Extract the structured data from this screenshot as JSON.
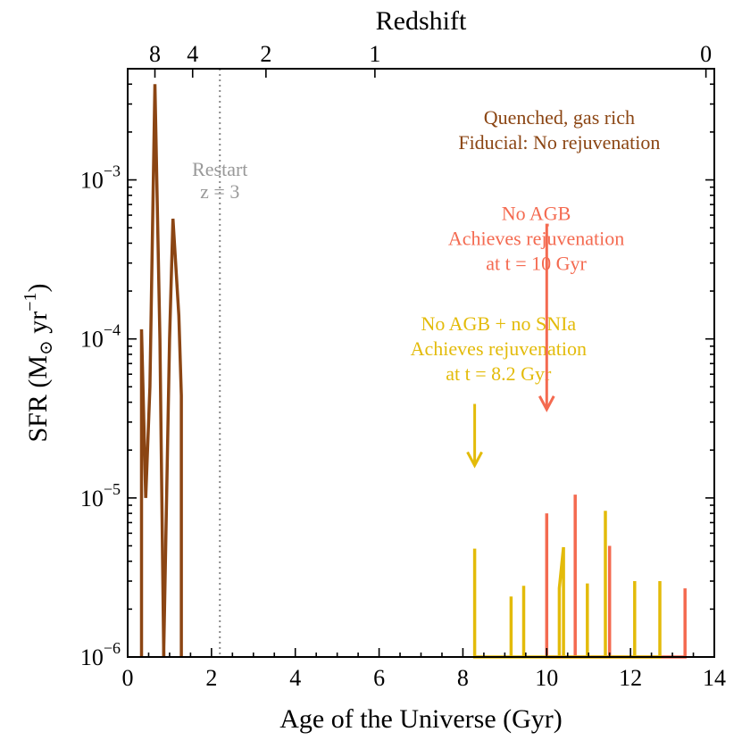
{
  "chart_data": {
    "type": "line",
    "title": "",
    "xlabel": "Age of the Universe (Gyr)",
    "ylabel": "SFR (M⊙ yr⁻¹)",
    "ylabel_parts": {
      "main": "SFR (M",
      "sub": "⊙",
      "mid": " yr",
      "sup": "−1",
      "end": ")"
    },
    "top_axis_label": "Redshift",
    "xlim": [
      0,
      14
    ],
    "ylim": [
      1e-06,
      0.005
    ],
    "yscale": "log",
    "x_ticks": [
      0,
      2,
      4,
      6,
      8,
      10,
      12,
      14
    ],
    "y_ticks": [
      {
        "value": 1e-06,
        "base": "10",
        "exp": "−6"
      },
      {
        "value": 1e-05,
        "base": "10",
        "exp": "−5"
      },
      {
        "value": 0.0001,
        "base": "10",
        "exp": "−4"
      },
      {
        "value": 0.001,
        "base": "10",
        "exp": "−3"
      }
    ],
    "top_ticks": [
      {
        "label": "8",
        "age": 0.65
      },
      {
        "label": "4",
        "age": 1.55
      },
      {
        "label": "2",
        "age": 3.3
      },
      {
        "label": "1",
        "age": 5.9
      },
      {
        "label": "0",
        "age": 13.8
      }
    ],
    "restart_line": {
      "x": 2.2,
      "label_lines": [
        "Restart",
        "z = 3"
      ]
    },
    "series": [
      {
        "name": "Quenched, gas rich",
        "color": "#8B4513",
        "x": [
          0.33,
          0.33,
          0.43,
          0.53,
          0.65,
          0.77,
          0.86,
          0.86
        ],
        "y": [
          1e-06,
          0.000115,
          1e-05,
          5e-05,
          0.004,
          0.0001,
          1e-06,
          1e-06
        ]
      },
      {
        "name": "",
        "color": "#8B4513",
        "x": [
          0.86,
          0.86,
          1.0,
          1.08,
          1.22,
          1.28,
          1.28
        ],
        "y": [
          1e-06,
          1.1e-06,
          0.0001,
          0.00057,
          0.00014,
          4.4e-05,
          1e-06
        ]
      },
      {
        "name": "No AGB",
        "color": "#F46A50",
        "x": [
          10.0,
          10.0,
          10.0,
          10.68,
          10.68,
          10.68,
          11.5,
          11.5,
          11.5,
          13.3,
          13.3
        ],
        "y": [
          1e-06,
          8e-06,
          1e-06,
          1e-06,
          1.05e-05,
          1e-06,
          1e-06,
          5e-06,
          1e-06,
          1e-06,
          2.7e-06
        ]
      },
      {
        "name": "No AGB + no SNIa",
        "color": "#E3BB0A",
        "x": [
          8.28,
          8.28,
          8.28,
          9.15,
          9.15,
          9.15,
          9.45,
          9.45,
          9.45,
          10.3,
          10.3,
          10.4,
          10.4,
          10.97,
          10.97,
          10.97,
          11.4,
          11.4,
          11.4,
          12.1,
          12.1,
          12.1,
          12.7,
          12.7
        ],
        "y": [
          1e-06,
          4.8e-06,
          1e-06,
          1e-06,
          2.4e-06,
          1e-06,
          1e-06,
          2.8e-06,
          1e-06,
          1e-06,
          2.7e-06,
          4.9e-06,
          1e-06,
          1e-06,
          2.9e-06,
          1e-06,
          1e-06,
          8.3e-06,
          1e-06,
          1e-06,
          3e-06,
          1e-06,
          1e-06,
          3e-06
        ]
      }
    ],
    "annotations": [
      {
        "id": "quenched",
        "lines": [
          "Quenched, gas rich",
          "Fiducial: No rejuvenation"
        ],
        "color": "#8B4513",
        "x": 10.3,
        "y": 0.00225
      },
      {
        "id": "noagb",
        "lines": [
          "No AGB",
          "Achieves rejuvenation",
          "at t = 10 Gyr"
        ],
        "color": "#F46A50",
        "x": 9.75,
        "y": 0.00056
      },
      {
        "id": "noagbsnia",
        "lines": [
          "No AGB + no SNIa",
          "Achieves rejuvenation",
          "at t = 8.2 Gyr"
        ],
        "color": "#E3BB0A",
        "x": 8.85,
        "y": 0.000113
      }
    ],
    "arrows": [
      {
        "id": "noagb-arrow",
        "color": "#F46A50",
        "points": [
          [
            10.05,
            0.00052
          ],
          [
            10.0,
            0.00052
          ],
          [
            10.0,
            3.6e-05
          ]
        ]
      },
      {
        "id": "noagbsnia-arrow",
        "color": "#E3BB0A",
        "points": [
          [
            8.28,
            3.9e-05
          ],
          [
            8.28,
            1.6e-05
          ]
        ]
      }
    ]
  }
}
